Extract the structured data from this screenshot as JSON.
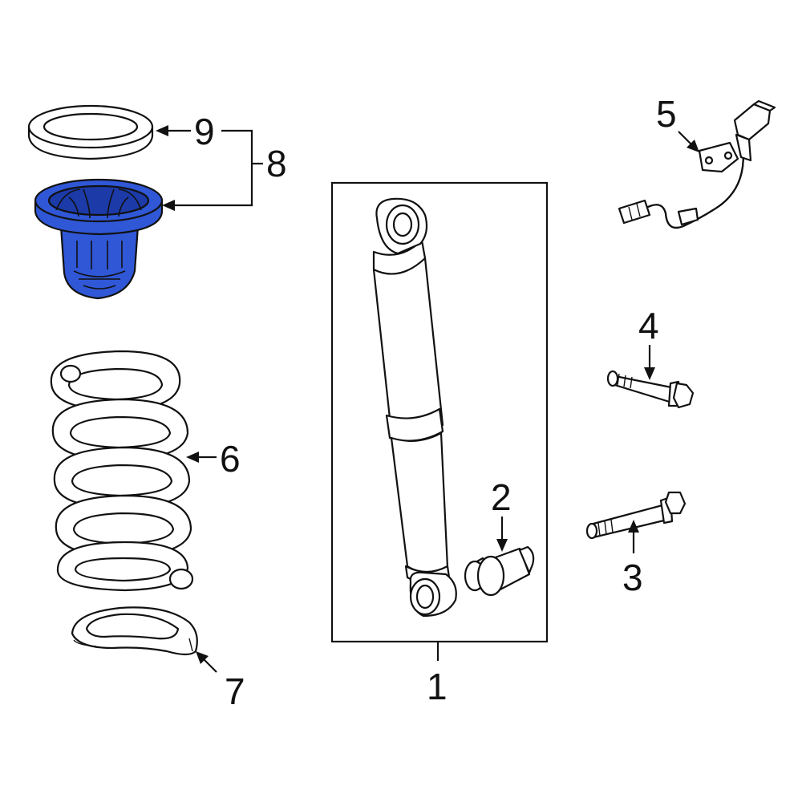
{
  "diagram": {
    "highlight_color": "#2f57d6",
    "highlight_shade": "#1c3aa8",
    "line_color": "#111111",
    "background": "#ffffff"
  },
  "callouts": {
    "c1": "1",
    "c2": "2",
    "c3": "3",
    "c4": "4",
    "c5": "5",
    "c6": "6",
    "c7": "7",
    "c8": "8",
    "c9": "9"
  }
}
